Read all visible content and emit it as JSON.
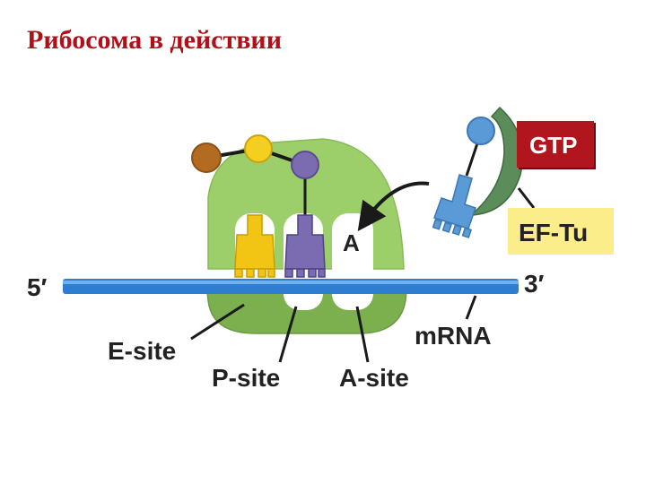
{
  "title": "Рибосома в действии",
  "labels": {
    "five_prime": "5′",
    "three_prime": "3′",
    "a_slot": "A",
    "gtp": "GTP",
    "ef_tu": "EF-Tu",
    "e_site": "E-site",
    "p_site": "P-site",
    "a_site": "A-site",
    "mrna": "mRNA"
  },
  "colors": {
    "title": "#b0101a",
    "ribosome_large": "#9ccf6a",
    "ribosome_small": "#7cb04e",
    "mrna": "#2e7dd1",
    "trna_p": "#7b6bb0",
    "trna_e": "#f2c515",
    "trna_incoming": "#5a9ad6",
    "gtp_box": "#b1151d",
    "ef_tu_protein": "#5b8c5a",
    "ef_tu_label_bg": "#fbee8a"
  },
  "icons": [
    "amino-acid-chain",
    "trna",
    "arrow",
    "ef-tu-protein"
  ]
}
